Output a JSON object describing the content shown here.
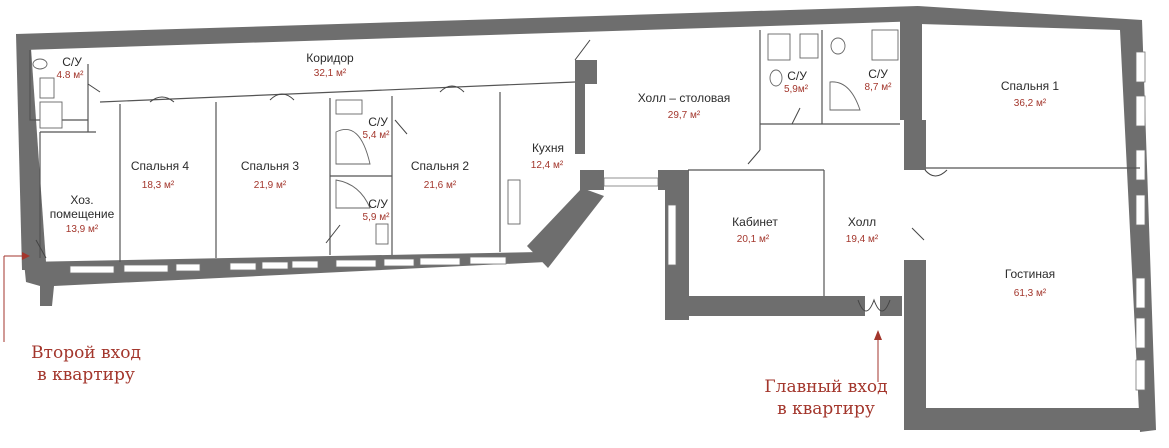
{
  "rooms": {
    "wc1": {
      "name": "С/У",
      "area": "4.8 м²"
    },
    "corridor": {
      "name": "Коридор",
      "area": "32,1 м²"
    },
    "hall_dining": {
      "name": "Холл – столовая",
      "area": "29,7 м²"
    },
    "wc2": {
      "name": "С/У",
      "area": "5,9м²"
    },
    "wc3": {
      "name": "С/У",
      "area": "8,7 м²"
    },
    "bedroom1": {
      "name": "Спальня 1",
      "area": "36,2 м²"
    },
    "wc4": {
      "name": "С/У",
      "area": "5,4 м²"
    },
    "wc5": {
      "name": "С/У",
      "area": "5,9 м²"
    },
    "bedroom4": {
      "name": "Спальня 4",
      "area": "18,3 м²"
    },
    "bedroom3": {
      "name": "Спальня 3",
      "area": "21,9 м²"
    },
    "bedroom2": {
      "name": "Спальня 2",
      "area": "21,6 м²"
    },
    "kitchen": {
      "name": "Кухня",
      "area": "12,4 м²"
    },
    "utility": {
      "name1": "Хоз.",
      "name2": "помещение",
      "area": "13,9 м²"
    },
    "study": {
      "name": "Кабинет",
      "area": "20,1 м²"
    },
    "hall": {
      "name": "Холл",
      "area": "19,4 м²"
    },
    "living": {
      "name": "Гостиная",
      "area": "61,3 м²"
    }
  },
  "entrances": {
    "second": {
      "line1": "Второй вход",
      "line2": "в квартиру"
    },
    "main": {
      "line1": "Главный вход",
      "line2": "в квартиру"
    }
  },
  "colors": {
    "wall": "#6e6e6e",
    "accent": "#a3362c"
  }
}
